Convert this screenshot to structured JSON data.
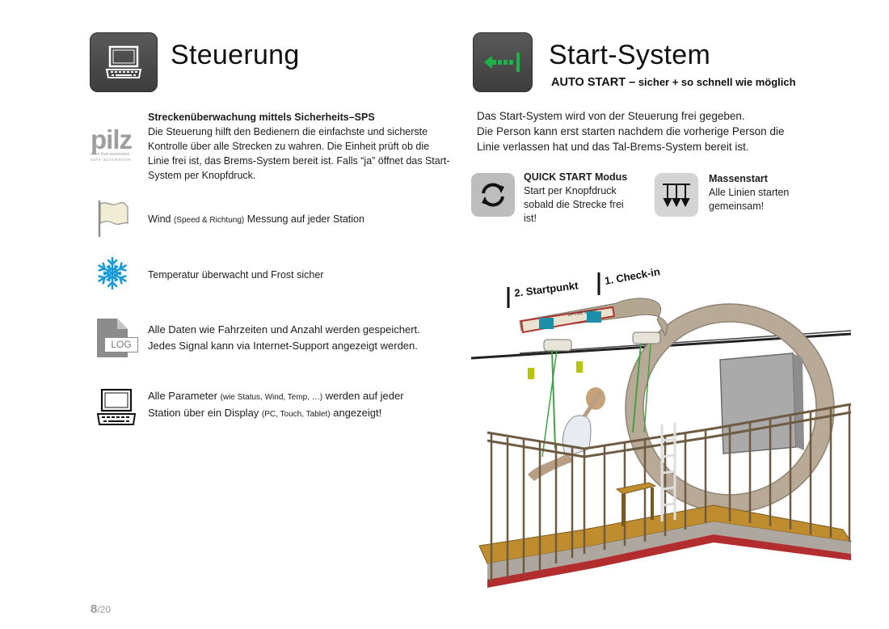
{
  "steuerung": {
    "title": "Steuerung",
    "items": [
      {
        "heading": "Streckenüberwachung mittels Sicherheits–SPS",
        "text": "Die Steuerung hilft den Bedienern die einfachste und sicherste Kontrolle über alle Strecken zu wahren. Die Einheit prüft ob die Linie frei ist, das Brems-System bereit ist. Falls “ja” öffnet das Start-System per Knopfdruck.",
        "logo": {
          "brand": "pilz",
          "tagline1": "more than automation",
          "tagline2": "safe automation"
        }
      },
      {
        "pre": "Wind ",
        "small": "(Speed & Richtung)",
        "post": " Messung auf jeder Station",
        "icon": "flag-icon"
      },
      {
        "text": "Temperatur überwacht und Frost sicher",
        "icon": "snowflake-icon"
      },
      {
        "line1": "Alle Daten wie Fahrzeiten und Anzahl werden gespeichert.",
        "line2": "Jedes Signal kann via Internet-Support angezeigt werden.",
        "icon": "log-file-icon",
        "icon_label": "LOG"
      },
      {
        "pre": "Alle Parameter  ",
        "small1": "(wie Status, Wind, Temp, …)",
        "mid": " werden auf jeder Station über ein Display ",
        "small2": "(PC, Touch, Tablet)",
        "post": " angezeigt!",
        "icon": "laptop-icon"
      }
    ]
  },
  "start_system": {
    "title": "Start-System",
    "subtitle_main": "AUTO START –",
    "subtitle_rest": " sicher + so schnell wie möglich",
    "intro_line1": "Das Start-System wird von der Steuerung frei gegeben.",
    "intro_line2": "Die Person kann erst starten nachdem die vorherige Person die",
    "intro_line3": "Linie verlassen hat und das Tal-Brems-System bereit ist.",
    "modes": [
      {
        "title": "QUICK START Modus",
        "line1": "Start per Knopfdruck",
        "line2": "sobald die Strecke frei",
        "line3": "ist!",
        "icon": "refresh-icon"
      },
      {
        "title": "Massenstart",
        "line1": "Alle Linien starten",
        "line2": "gemeinsam!",
        "icon": "triple-arrow-down-icon"
      }
    ],
    "illustration": {
      "label_start": "2. Startpunkt",
      "label_checkin": "1. Check-in",
      "sign_text": "ZIPLINE START"
    }
  },
  "page": {
    "current": "8",
    "total": "/20"
  },
  "colors": {
    "tile_dark": "#4a4a4a",
    "tile_light": "#bdbdbd",
    "accent_green": "#1fb24b",
    "icon_blue": "#1a9ad6",
    "wood": "#c08d2e"
  }
}
